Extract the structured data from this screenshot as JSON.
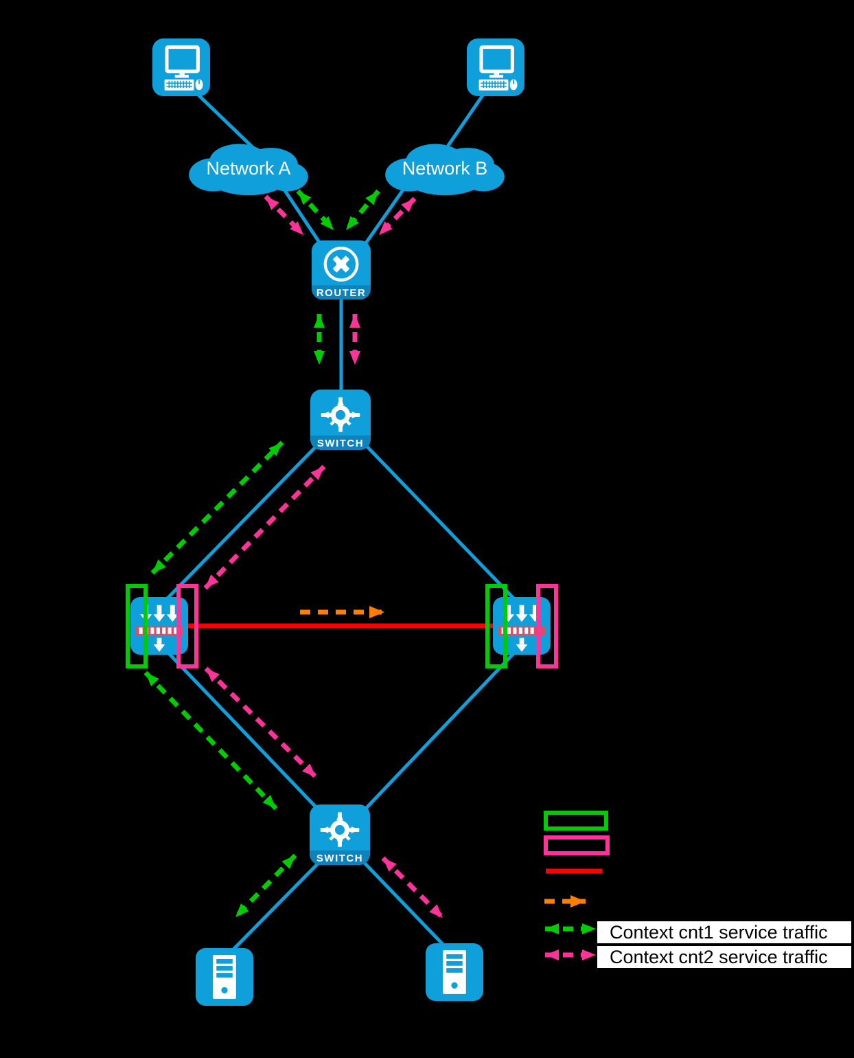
{
  "labels": {
    "network_a": "Network A",
    "network_b": "Network B",
    "router": "ROUTER",
    "switch_top": "SWITCH",
    "switch_bottom": "SWITCH"
  },
  "legend": {
    "cnt1_label": "Context cnt1 service traffic",
    "cnt2_label": "Context cnt2 service traffic",
    "swatches": [
      "green-context-box",
      "pink-context-box",
      "red-solid-line",
      "orange-dashed-arrow",
      "green-dashed-double-arrow",
      "pink-dashed-double-arrow"
    ]
  },
  "icons": {
    "workstation": "workstation-icon",
    "network_cloud": "cloud-icon",
    "router": "router-icon",
    "switch": "switch-icon",
    "load_balancer": "load-balancer-icon",
    "server": "server-icon",
    "context_cnt1_bracket": "green-bracket-icon",
    "context_cnt2_bracket": "pink-bracket-icon"
  },
  "colors": {
    "background": "#000000",
    "device-blue": "#0f9fda",
    "band-blue": "#0e82ba",
    "green": "#00cc00",
    "pink": "#ff3399",
    "red": "#ff0000",
    "orange": "#ff8000",
    "lb-band": "#d85066",
    "white": "#ffffff",
    "label-text": "#000000"
  }
}
